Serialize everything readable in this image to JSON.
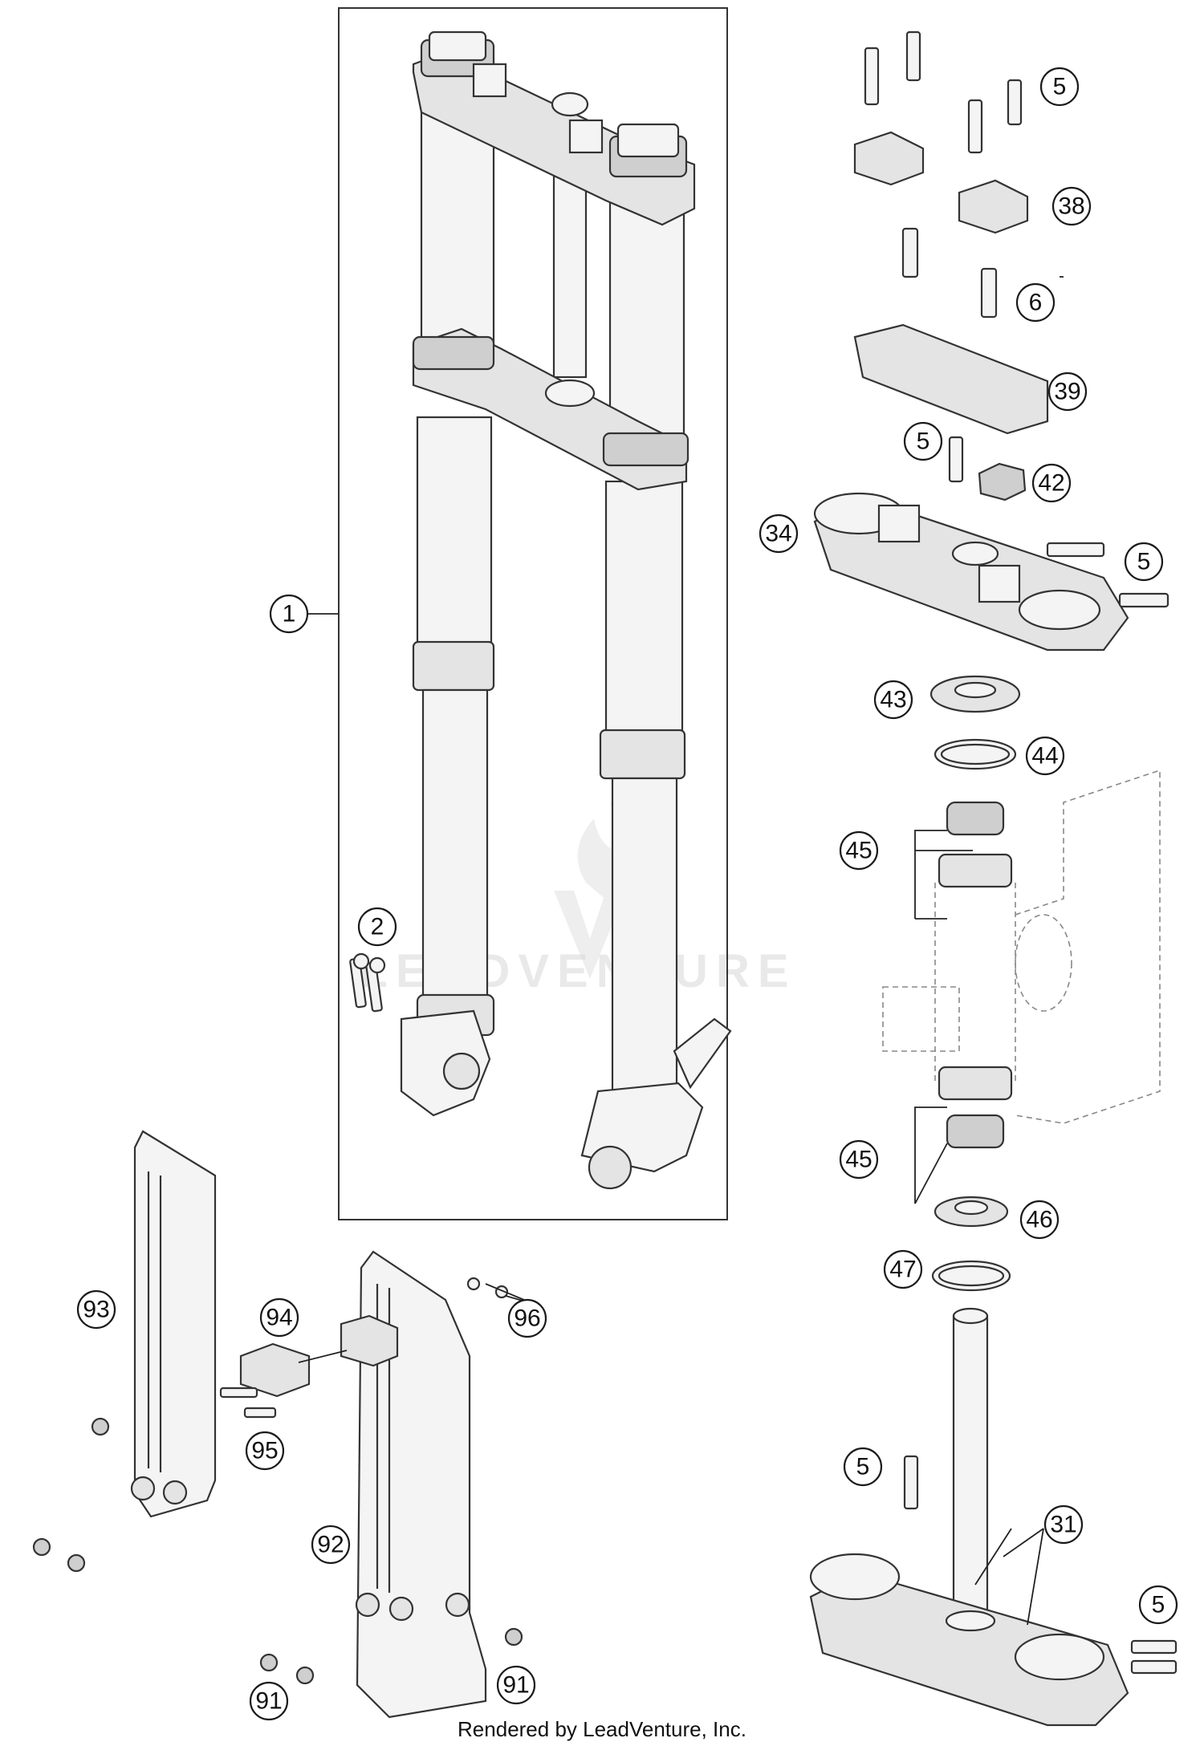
{
  "watermark": "LEADVENTURE",
  "footer": "Rendered by LeadVenture, Inc.",
  "callouts": [
    {
      "id": "c1",
      "label": "1"
    },
    {
      "id": "c2",
      "label": "2"
    },
    {
      "id": "c5a",
      "label": "5"
    },
    {
      "id": "c38",
      "label": "38"
    },
    {
      "id": "c6",
      "label": "6"
    },
    {
      "id": "c39",
      "label": "39"
    },
    {
      "id": "c5b",
      "label": "5"
    },
    {
      "id": "c42",
      "label": "42"
    },
    {
      "id": "c34",
      "label": "34"
    },
    {
      "id": "c5c",
      "label": "5"
    },
    {
      "id": "c43",
      "label": "43"
    },
    {
      "id": "c44",
      "label": "44"
    },
    {
      "id": "c45a",
      "label": "45"
    },
    {
      "id": "c45b",
      "label": "45"
    },
    {
      "id": "c46",
      "label": "46"
    },
    {
      "id": "c47",
      "label": "47"
    },
    {
      "id": "c93",
      "label": "93"
    },
    {
      "id": "c94",
      "label": "94"
    },
    {
      "id": "c96",
      "label": "96"
    },
    {
      "id": "c95",
      "label": "95"
    },
    {
      "id": "c92",
      "label": "92"
    },
    {
      "id": "c91a",
      "label": "91"
    },
    {
      "id": "c91b",
      "label": "91"
    },
    {
      "id": "c5d",
      "label": "5"
    },
    {
      "id": "c31",
      "label": "31"
    },
    {
      "id": "c5e",
      "label": "5"
    }
  ]
}
